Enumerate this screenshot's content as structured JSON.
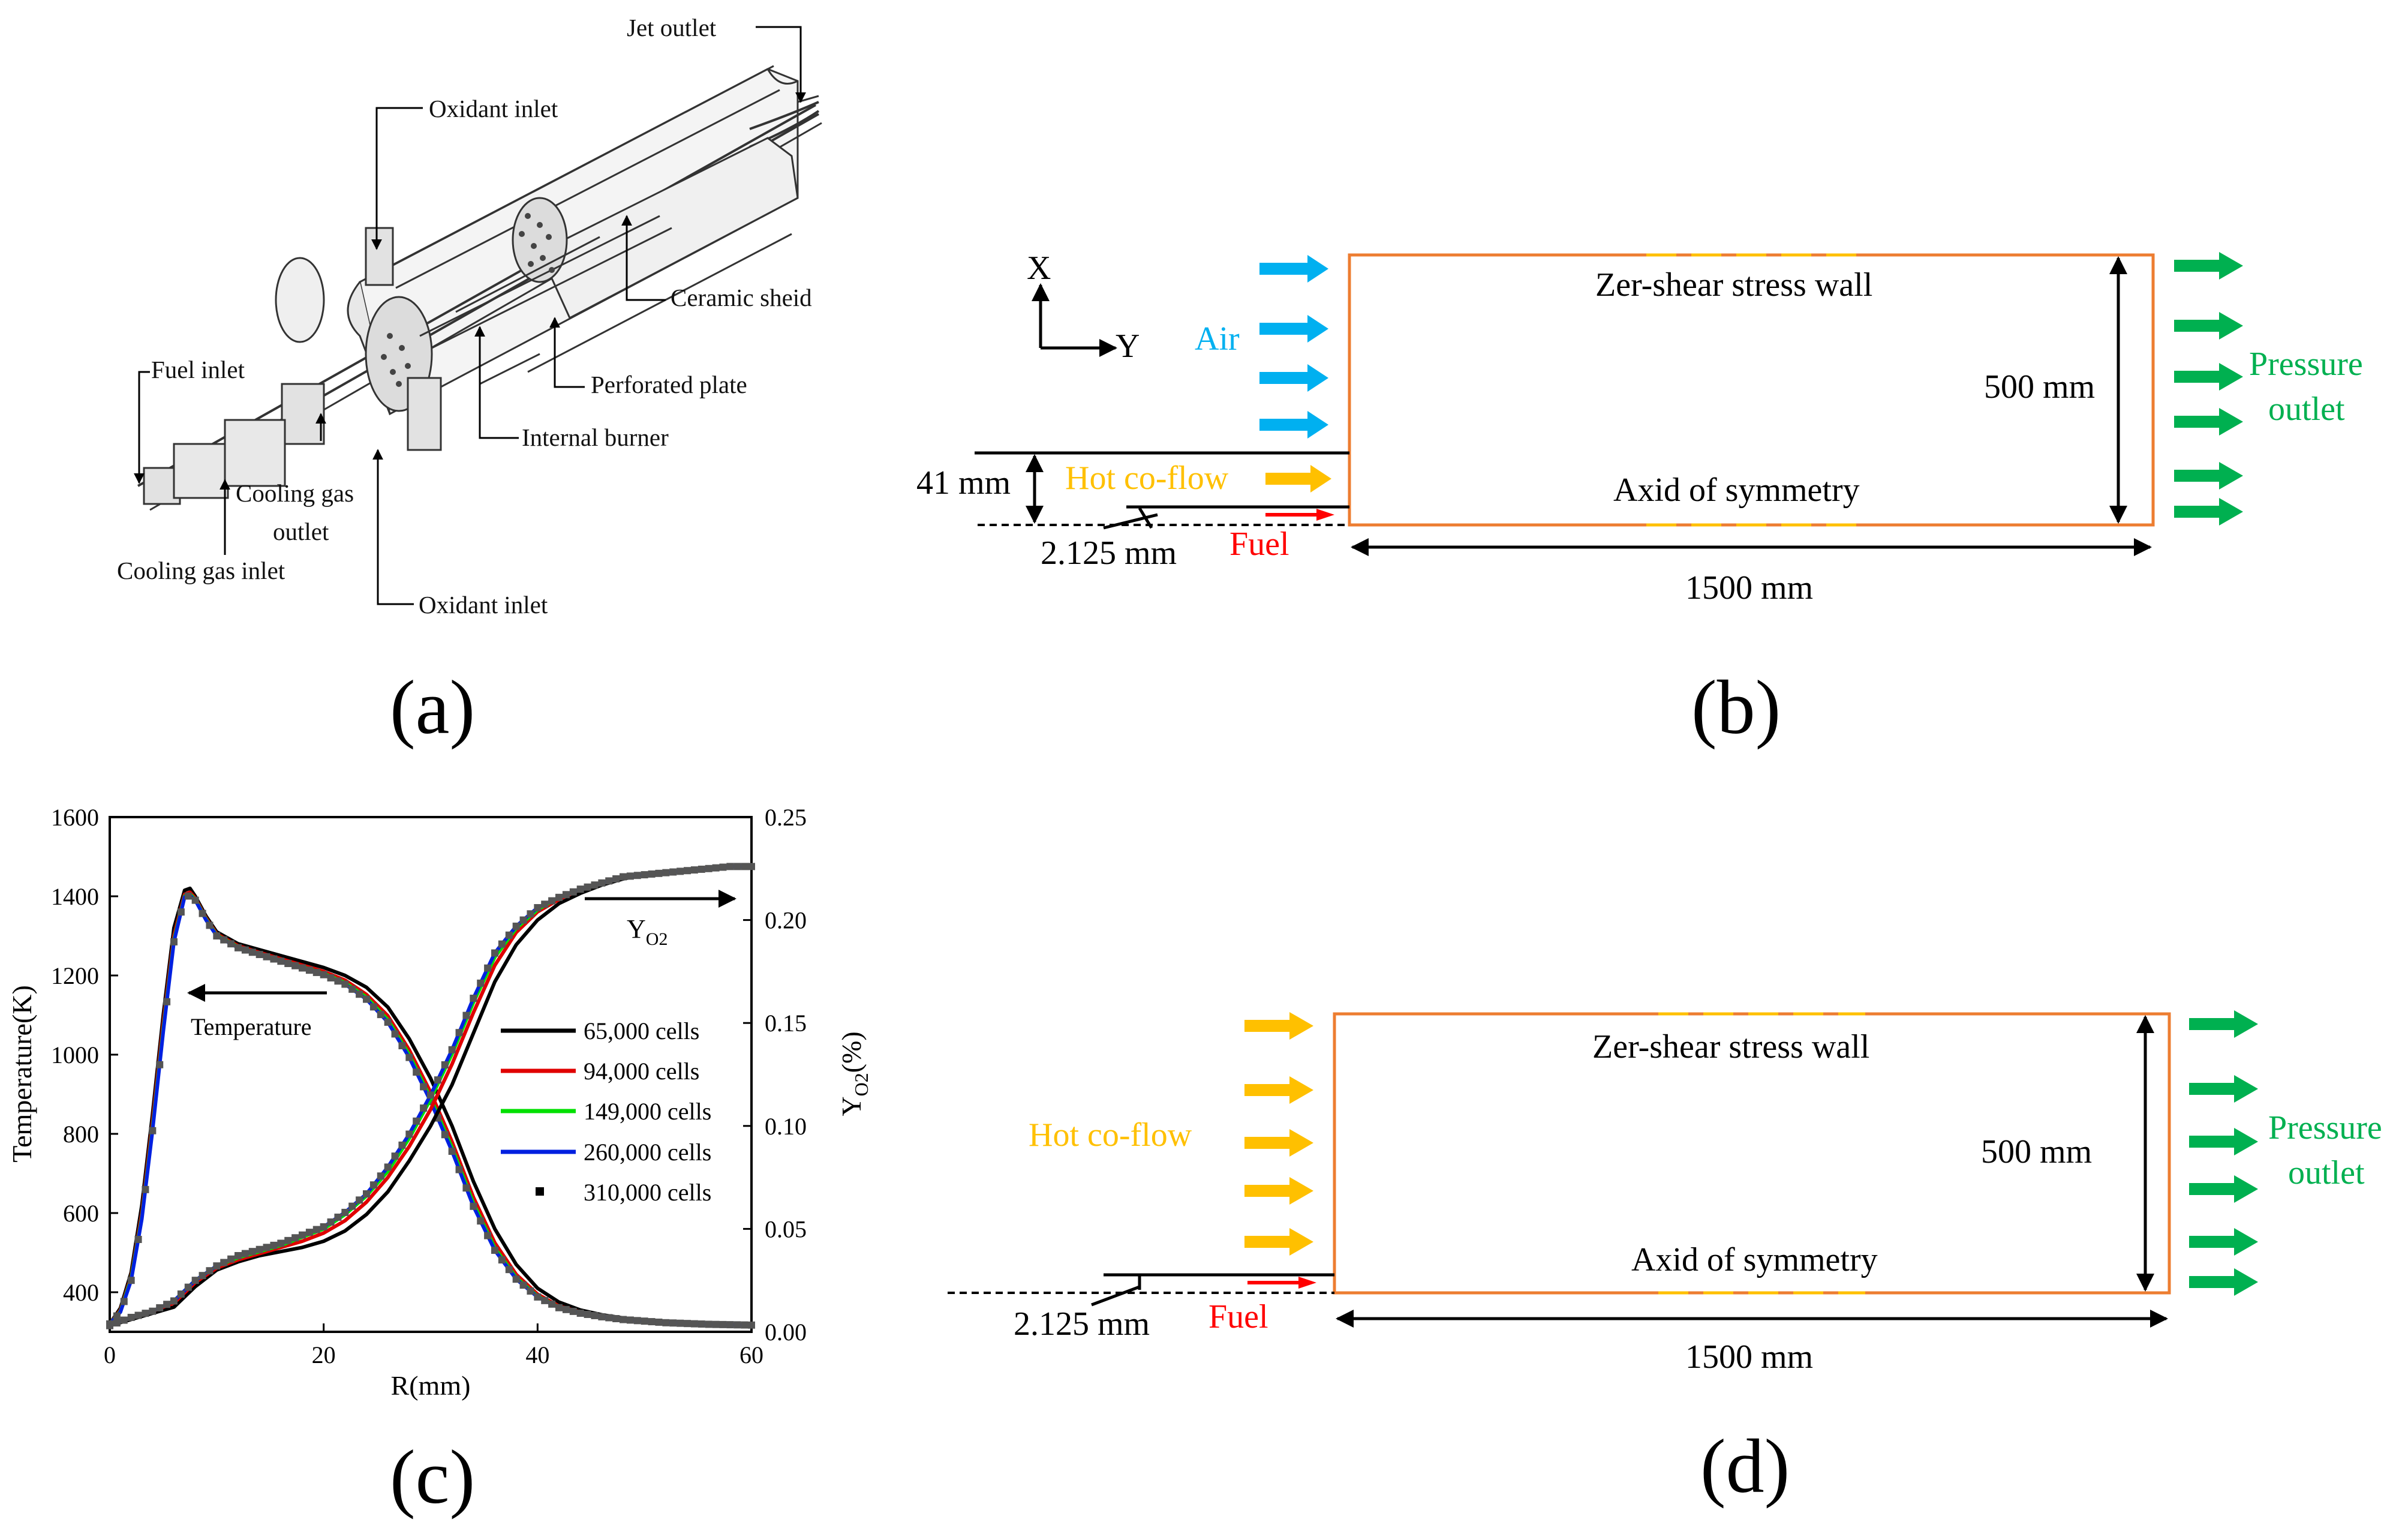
{
  "colors": {
    "air": "#00b0f0",
    "coflow": "#ffc000",
    "fuel": "#ff0000",
    "outlet": "#00b050",
    "domain": "#ed7d31",
    "series_65000": "#000000",
    "series_94000": "#e00000",
    "series_149000": "#00e000",
    "series_260000": "#0020e0",
    "series_310000": "#555555"
  },
  "panel_a": {
    "caption": "(a)",
    "labels": {
      "jet_outlet": "Jet outlet",
      "oxidant_inlet_top": "Oxidant inlet",
      "ceramic_sheid": "Ceramic sheid",
      "fuel_inlet": "Fuel inlet",
      "perforated_plate": "Perforated plate",
      "internal_burner": "Internal burner",
      "cooling_gas_outlet_1": "Cooling gas",
      "cooling_gas_outlet_2": "outlet",
      "cooling_gas_inlet": "Cooling gas inlet",
      "oxidant_inlet_bottom": "Oxidant inlet"
    }
  },
  "panel_b": {
    "caption": "(b)",
    "axis_x": "X",
    "axis_y": "Y",
    "air": "Air",
    "hot_coflow": "Hot co-flow",
    "fuel": "Fuel",
    "wall": "Zer-shear stress wall",
    "symmetry": "Axid of symmetry",
    "height": "500 mm",
    "length": "1500 mm",
    "coflow_width": "41 mm",
    "nozzle": "2.125 mm",
    "outlet_1": "Pressure",
    "outlet_2": "outlet"
  },
  "panel_c": {
    "caption": "(c)",
    "temperature_annotation": "Temperature",
    "yo2_annotation_main": "Y",
    "yo2_annotation_sub": "O2"
  },
  "panel_d": {
    "caption": "(d)",
    "hot_coflow": "Hot co-flow",
    "fuel": "Fuel",
    "wall": "Zer-shear stress wall",
    "symmetry": "Axid of symmetry",
    "height": "500 mm",
    "length": "1500 mm",
    "nozzle": "2.125 mm",
    "outlet_1": "Pressure",
    "outlet_2": "outlet"
  },
  "chart_data": {
    "type": "line",
    "xlabel": "R(mm)",
    "ylabel": "Temperature(K)",
    "y2label": "Y",
    "y2label_sub": "O2",
    "y2label_suffix": "(%)",
    "xlim": [
      0,
      60
    ],
    "ylim": [
      300,
      1600
    ],
    "y2lim": [
      0,
      0.25
    ],
    "x_ticks": [
      "0",
      "20",
      "40",
      "60"
    ],
    "y_ticks": [
      "400",
      "600",
      "800",
      "1000",
      "1200",
      "1400",
      "1600"
    ],
    "y2_ticks": [
      "0.00",
      "0.05",
      "0.10",
      "0.15",
      "0.20",
      "0.25"
    ],
    "legend": [
      "65,000 cells",
      "94,000 cells",
      "149,000 cells",
      "260,000 cells",
      "310,000 cells"
    ],
    "legend_placement": "center-right",
    "temperature_series": [
      {
        "name": "65,000 cells",
        "x": [
          0,
          1,
          2,
          3,
          4,
          5,
          6,
          7,
          7.5,
          8,
          9,
          10,
          12,
          14,
          16,
          18,
          20,
          22,
          24,
          26,
          28,
          30,
          32,
          34,
          36,
          38,
          40,
          42,
          44,
          46,
          48,
          50,
          52,
          54,
          56,
          58,
          60
        ],
        "y": [
          320,
          360,
          450,
          620,
          850,
          1100,
          1320,
          1415,
          1420,
          1400,
          1350,
          1310,
          1280,
          1265,
          1250,
          1235,
          1220,
          1200,
          1170,
          1120,
          1040,
          940,
          820,
          680,
          560,
          470,
          410,
          375,
          355,
          343,
          335,
          329,
          325,
          322,
          320,
          318,
          317
        ]
      },
      {
        "name": "94,000 cells",
        "x": [
          0,
          1,
          2,
          3,
          4,
          5,
          6,
          7,
          7.5,
          8,
          9,
          10,
          12,
          14,
          16,
          18,
          20,
          22,
          24,
          26,
          28,
          30,
          32,
          34,
          36,
          38,
          40,
          42,
          44,
          46,
          48,
          50,
          52,
          54,
          56,
          58,
          60
        ],
        "y": [
          320,
          355,
          440,
          600,
          830,
          1080,
          1300,
          1405,
          1410,
          1395,
          1345,
          1305,
          1275,
          1258,
          1242,
          1226,
          1210,
          1188,
          1152,
          1098,
          1012,
          905,
          780,
          640,
          525,
          445,
          395,
          365,
          350,
          340,
          333,
          328,
          324,
          321,
          319,
          318,
          317
        ]
      },
      {
        "name": "149,000 cells",
        "x": [
          0,
          1,
          2,
          3,
          4,
          5,
          6,
          7,
          7.5,
          8,
          9,
          10,
          12,
          14,
          16,
          18,
          20,
          22,
          24,
          26,
          28,
          30,
          32,
          34,
          36,
          38,
          40,
          42,
          44,
          46,
          48,
          50,
          52,
          54,
          56,
          58,
          60
        ],
        "y": [
          320,
          352,
          435,
          590,
          815,
          1065,
          1290,
          1400,
          1405,
          1392,
          1342,
          1302,
          1272,
          1255,
          1238,
          1222,
          1205,
          1182,
          1145,
          1088,
          1000,
          890,
          765,
          625,
          512,
          437,
          390,
          362,
          348,
          339,
          332,
          327,
          323,
          321,
          319,
          318,
          317
        ]
      },
      {
        "name": "260,000 cells",
        "x": [
          0,
          1,
          2,
          3,
          4,
          5,
          6,
          7,
          7.5,
          8,
          9,
          10,
          12,
          14,
          16,
          18,
          20,
          22,
          24,
          26,
          28,
          30,
          32,
          34,
          36,
          38,
          40,
          42,
          44,
          46,
          48,
          50,
          52,
          54,
          56,
          58,
          60
        ],
        "y": [
          320,
          350,
          430,
          585,
          808,
          1058,
          1285,
          1398,
          1402,
          1390,
          1340,
          1300,
          1270,
          1253,
          1236,
          1219,
          1202,
          1178,
          1140,
          1082,
          993,
          882,
          756,
          617,
          506,
          433,
          388,
          361,
          347,
          338,
          331,
          327,
          323,
          321,
          319,
          318,
          317
        ]
      },
      {
        "name": "310,000 cells",
        "x": [
          0,
          1,
          2,
          3,
          4,
          5,
          6,
          7,
          7.5,
          8,
          9,
          10,
          12,
          14,
          16,
          18,
          20,
          22,
          24,
          26,
          28,
          30,
          32,
          34,
          36,
          38,
          40,
          42,
          44,
          46,
          48,
          50,
          52,
          54,
          56,
          58,
          60
        ],
        "y": [
          320,
          350,
          430,
          585,
          808,
          1058,
          1285,
          1398,
          1402,
          1390,
          1340,
          1300,
          1270,
          1253,
          1236,
          1219,
          1202,
          1178,
          1140,
          1082,
          993,
          882,
          756,
          617,
          506,
          433,
          388,
          361,
          347,
          338,
          331,
          327,
          323,
          321,
          319,
          318,
          317
        ]
      }
    ],
    "yo2_series": [
      {
        "name": "65,000 cells",
        "x": [
          0,
          2,
          4,
          6,
          8,
          10,
          12,
          14,
          16,
          18,
          20,
          22,
          24,
          26,
          28,
          30,
          32,
          34,
          36,
          38,
          40,
          42,
          44,
          46,
          48,
          50,
          52,
          54,
          56,
          58,
          60
        ],
        "y": [
          0.003,
          0.006,
          0.009,
          0.012,
          0.022,
          0.03,
          0.034,
          0.037,
          0.039,
          0.041,
          0.044,
          0.049,
          0.057,
          0.068,
          0.083,
          0.1,
          0.12,
          0.145,
          0.17,
          0.188,
          0.2,
          0.208,
          0.213,
          0.217,
          0.22,
          0.222,
          0.223,
          0.224,
          0.225,
          0.226,
          0.226
        ]
      },
      {
        "name": "94,000 cells",
        "x": [
          0,
          2,
          4,
          6,
          8,
          10,
          12,
          14,
          16,
          18,
          20,
          22,
          24,
          26,
          28,
          30,
          32,
          34,
          36,
          38,
          40,
          42,
          44,
          46,
          48,
          50,
          52,
          54,
          56,
          58,
          60
        ],
        "y": [
          0.003,
          0.007,
          0.01,
          0.014,
          0.024,
          0.031,
          0.035,
          0.038,
          0.041,
          0.044,
          0.048,
          0.054,
          0.063,
          0.075,
          0.09,
          0.108,
          0.13,
          0.155,
          0.178,
          0.194,
          0.204,
          0.21,
          0.215,
          0.218,
          0.221,
          0.222,
          0.223,
          0.224,
          0.225,
          0.226,
          0.226
        ]
      },
      {
        "name": "149,000 cells",
        "x": [
          0,
          2,
          4,
          6,
          8,
          10,
          12,
          14,
          16,
          18,
          20,
          22,
          24,
          26,
          28,
          30,
          32,
          34,
          36,
          38,
          40,
          42,
          44,
          46,
          48,
          50,
          52,
          54,
          56,
          58,
          60
        ],
        "y": [
          0.003,
          0.007,
          0.01,
          0.015,
          0.025,
          0.032,
          0.036,
          0.039,
          0.042,
          0.046,
          0.05,
          0.057,
          0.066,
          0.078,
          0.094,
          0.113,
          0.135,
          0.16,
          0.182,
          0.196,
          0.205,
          0.211,
          0.215,
          0.218,
          0.221,
          0.222,
          0.223,
          0.224,
          0.225,
          0.226,
          0.226
        ]
      },
      {
        "name": "260,000 cells",
        "x": [
          0,
          2,
          4,
          6,
          8,
          10,
          12,
          14,
          16,
          18,
          20,
          22,
          24,
          26,
          28,
          30,
          32,
          34,
          36,
          38,
          40,
          42,
          44,
          46,
          48,
          50,
          52,
          54,
          56,
          58,
          60
        ],
        "y": [
          0.003,
          0.007,
          0.01,
          0.015,
          0.025,
          0.032,
          0.037,
          0.04,
          0.043,
          0.047,
          0.051,
          0.058,
          0.067,
          0.08,
          0.096,
          0.115,
          0.137,
          0.162,
          0.184,
          0.197,
          0.206,
          0.211,
          0.215,
          0.218,
          0.221,
          0.222,
          0.223,
          0.224,
          0.225,
          0.226,
          0.226
        ]
      },
      {
        "name": "310,000 cells",
        "x": [
          0,
          2,
          4,
          6,
          8,
          10,
          12,
          14,
          16,
          18,
          20,
          22,
          24,
          26,
          28,
          30,
          32,
          34,
          36,
          38,
          40,
          42,
          44,
          46,
          48,
          50,
          52,
          54,
          56,
          58,
          60
        ],
        "y": [
          0.003,
          0.007,
          0.01,
          0.015,
          0.025,
          0.032,
          0.037,
          0.04,
          0.043,
          0.047,
          0.051,
          0.058,
          0.067,
          0.08,
          0.096,
          0.115,
          0.137,
          0.162,
          0.184,
          0.197,
          0.206,
          0.211,
          0.215,
          0.218,
          0.221,
          0.222,
          0.223,
          0.224,
          0.225,
          0.226,
          0.226
        ]
      }
    ]
  }
}
